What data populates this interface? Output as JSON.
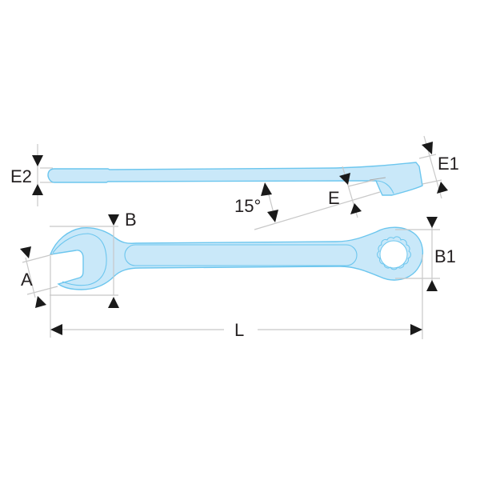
{
  "diagram": {
    "title": "Combination wrench dimension drawing",
    "colors": {
      "fill": "#c9e8f9",
      "outline": "#6cc6ee",
      "dimension_line": "#c8c8c8",
      "arrow": "#1a1a1a",
      "label": "#231f20",
      "background": "#ffffff"
    },
    "labels": {
      "E2": "E2",
      "E1": "E1",
      "E": "E",
      "angle": "15°",
      "B": "B",
      "A": "A",
      "B1": "B1",
      "L": "L"
    },
    "views": [
      {
        "name": "side-view",
        "description": "Side profile of wrench with 15° offset ring end"
      },
      {
        "name": "top-view",
        "description": "Top view: open end (left) and 12-point ring end (right)"
      }
    ]
  }
}
